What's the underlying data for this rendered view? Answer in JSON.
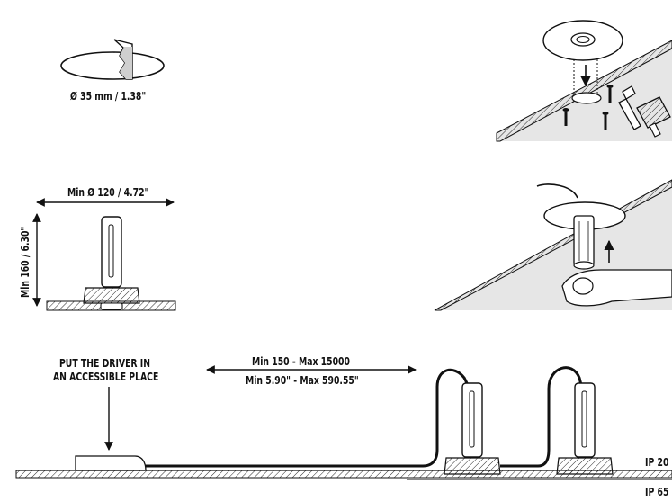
{
  "drill": {
    "diameter_label": "Ø 35 mm / 1.38\""
  },
  "clearance": {
    "width_label": "Min Ø 120 / 4.72\"",
    "height_label": "Min 160 / 6.30\""
  },
  "wiring": {
    "driver_note": [
      "PUT THE DRIVER IN",
      "AN ACCESSIBLE PLACE"
    ],
    "length_mm": "Min 150 - Max 15000",
    "length_in": "Min 5.90\" - Max 590.55\"",
    "ip_indoor": "IP 20",
    "ip_outdoor": "IP 65"
  },
  "icons": [
    "hole-saw-icon",
    "screw-icon",
    "screwdriver-icon",
    "paintbrush-icon",
    "hand-icon",
    "arrow-up-icon",
    "arrow-down-icon",
    "fixture-icon",
    "driver-box-icon"
  ]
}
